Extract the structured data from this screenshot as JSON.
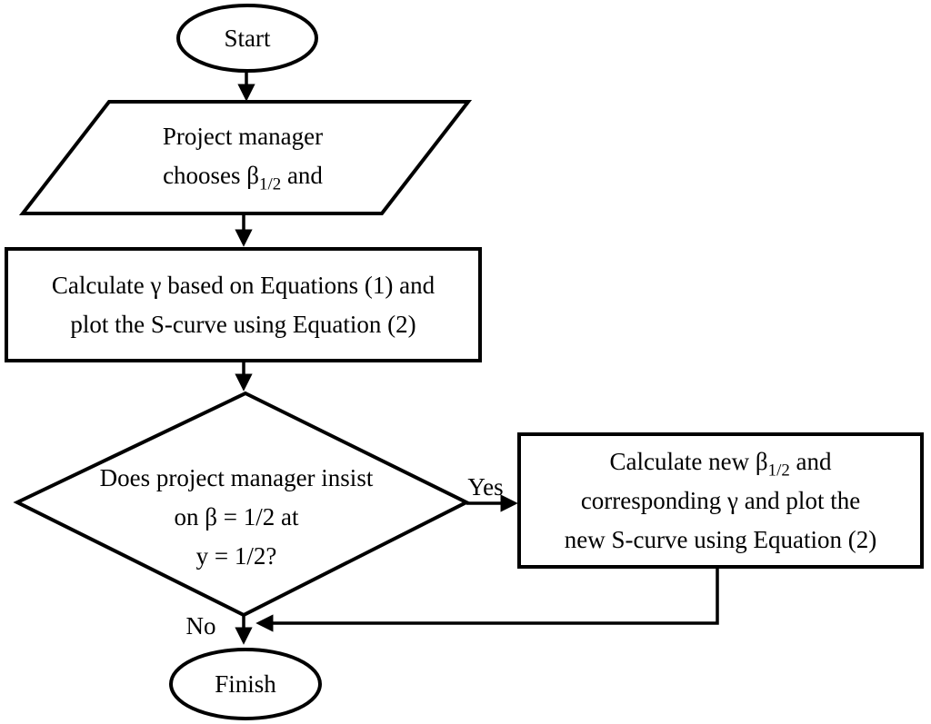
{
  "figure": {
    "background": "#ffffff",
    "stroke_color": "#000000"
  },
  "nodes": {
    "start": {
      "label": "Start"
    },
    "choose": {
      "line1": "Project manager",
      "line2_pre": "chooses β",
      "line2_sub": "1/2",
      "line2_post": " and"
    },
    "calc": {
      "line1": "Calculate γ based on Equations (1) and",
      "line2": "plot the S-curve using Equation (2)"
    },
    "decision": {
      "line1": "Does project manager insist",
      "line2": "on β = 1/2 at",
      "line3": "y = 1/2?"
    },
    "recalc": {
      "line1_pre": "Calculate new β",
      "line1_sub": "1/2",
      "line1_post": " and",
      "line2": "corresponding γ and plot the",
      "line3": "new S-curve using Equation (2)"
    },
    "finish": {
      "label": "Finish"
    }
  },
  "edges": {
    "yes_label": "Yes",
    "no_label": "No"
  }
}
